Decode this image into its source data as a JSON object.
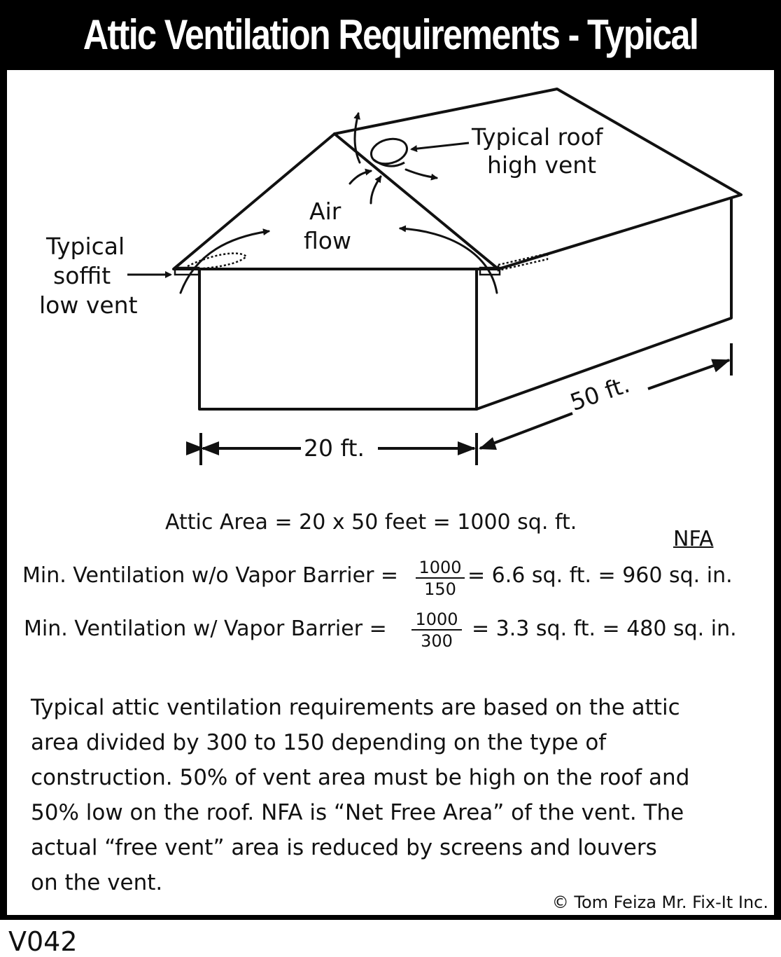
{
  "title": "Attic Ventilation Requirements - Typical",
  "labels": {
    "roof_vent_line1": "Typical roof",
    "roof_vent_line2": "high vent",
    "air_flow_line1": "Air",
    "air_flow_line2": "flow",
    "soffit_line1": "Typical",
    "soffit_line2": "soffit",
    "soffit_line3": "low vent",
    "width": "20 ft.",
    "length": "50 ft."
  },
  "equations": {
    "attic_area": "Attic Area = 20 x 50 feet = 1000 sq. ft.",
    "nfa_header": "NFA",
    "no_vb_prefix": "Min. Ventilation w/o Vapor Barrier =",
    "no_vb_num": "1000",
    "no_vb_den": "150",
    "no_vb_result": "= 6.6 sq. ft. = 960 sq. in.",
    "vb_prefix": "Min. Ventilation w/ Vapor Barrier =",
    "vb_num": "1000",
    "vb_den": "300",
    "vb_result": "= 3.3 sq. ft. = 480 sq. in."
  },
  "paragraph": [
    "Typical attic ventilation requirements are based on the attic",
    "area divided by 300 to 150 depending on the type of",
    "construction.  50% of vent area must be high on the roof and",
    "50% low on the roof.  NFA is “Net Free Area” of the vent.  The",
    "actual “free vent” area is reduced by screens and louvers",
    "on the vent."
  ],
  "copyright": "© Tom Feiza Mr. Fix-It Inc.",
  "code": "V042"
}
